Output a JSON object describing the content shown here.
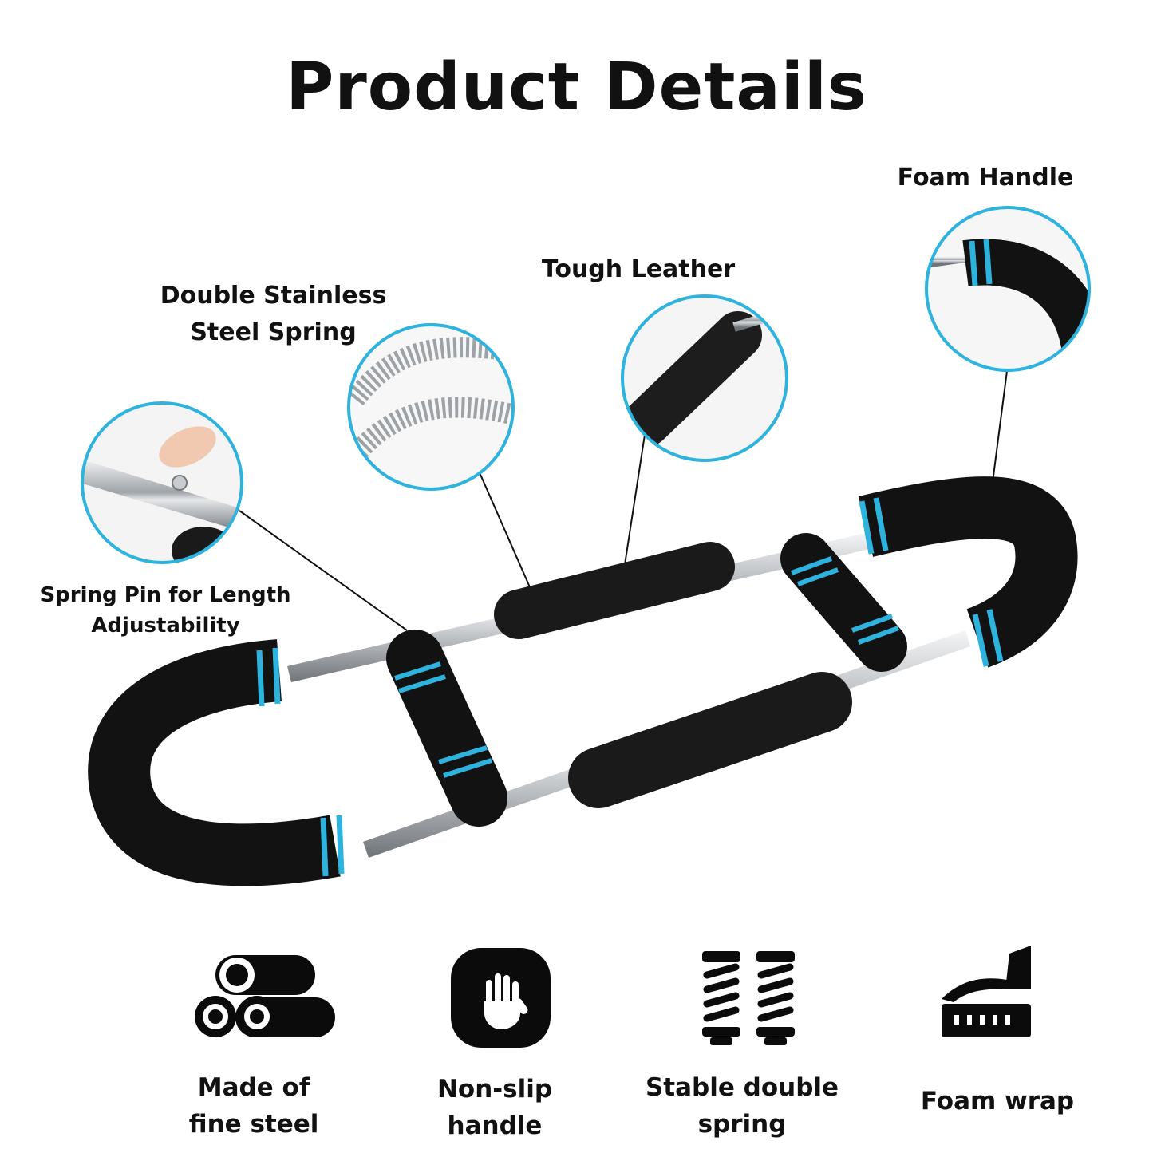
{
  "title": "Product Details",
  "callouts": {
    "foam_handle": "Foam Handle",
    "tough_leather": "Tough Leather",
    "double_spring": [
      "Double Stainless",
      "Steel Spring"
    ],
    "spring_pin": [
      "Spring Pin for Length",
      "Adjustability"
    ]
  },
  "features": [
    {
      "icon": "steel-pipes-icon",
      "lines": [
        "Made of",
        "fine steel"
      ]
    },
    {
      "icon": "hand-grip-icon",
      "lines": [
        "Non-slip",
        "handle"
      ]
    },
    {
      "icon": "double-spring-icon",
      "lines": [
        "Stable double",
        "spring"
      ]
    },
    {
      "icon": "foam-wrap-icon",
      "lines": [
        "Foam wrap"
      ]
    }
  ],
  "colors": {
    "accent": "#2eb3de",
    "foam": "#111111",
    "steel": "#c9ccd0"
  }
}
